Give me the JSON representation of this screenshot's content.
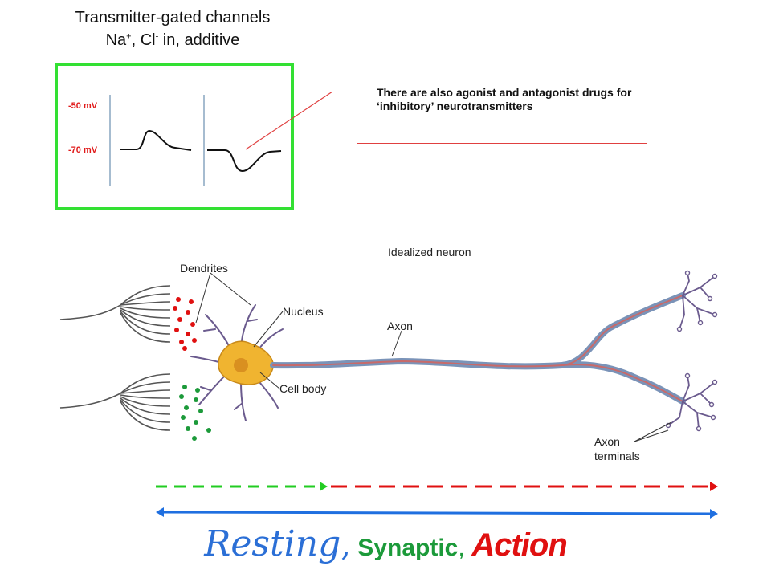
{
  "title": {
    "line1": "Transmitter-gated channels",
    "line2_na": "Na",
    "line2_na_sup": "+",
    "line2_cl": ", Cl",
    "line2_cl_sup": "-",
    "line2_rest": " in, additive"
  },
  "voltage_labels": {
    "upper": "-50 mV",
    "lower": "-70 mV"
  },
  "callout": {
    "text": "There are also agonist and antagonist drugs for ‘inhibitory’ neurotransmitters"
  },
  "neuron_labels": {
    "title": "Idealized neuron",
    "dendrites": "Dendrites",
    "nucleus": "Nucleus",
    "axon": "Axon",
    "cell_body": "Cell body",
    "axon_terminals_1": "Axon",
    "axon_terminals_2": "terminals"
  },
  "bottom_caption": {
    "resting": "Resting",
    "sep1": ",",
    "synaptic": " Synaptic",
    "sep2": ",",
    "action": " Action"
  },
  "colors": {
    "box_green": "#33e033",
    "arrow_green": "#22cc22",
    "arrow_red": "#e01010",
    "arrow_blue": "#1f6fe0",
    "dot_red": "#e01010",
    "dot_green": "#1c9a3a",
    "soma": "#f0b430"
  }
}
